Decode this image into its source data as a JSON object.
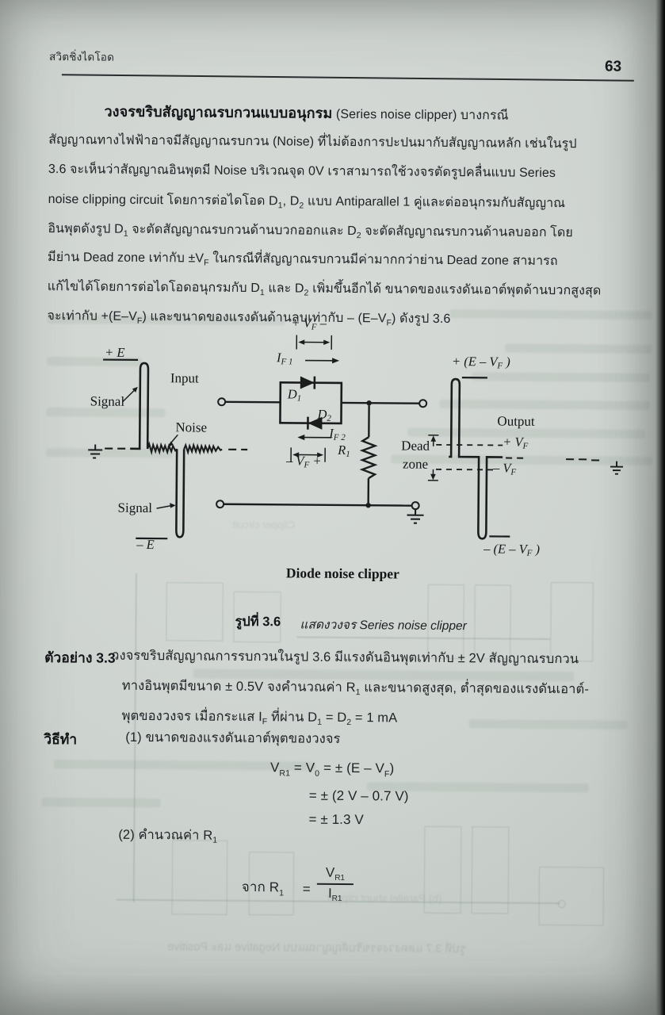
{
  "page": {
    "header_left": "สวิตชิ่งไดโอด",
    "page_number": "63"
  },
  "paragraph": {
    "l1": [
      {
        "b": "วงจรขริบสัญญาณรบกวนแบบอนุกรม"
      },
      {
        "t": " (Series noise clipper) บางกรณี"
      }
    ],
    "l2": [
      {
        "t": "สัญญาณทางไฟฟ้าอาจมีสัญญาณรบกวน (Noise) ที่ไม่ต้องการปะปนมากับสัญญาณหลัก เช่นในรูป"
      }
    ],
    "l3": [
      {
        "t": "3.6 จะเห็นว่าสัญญาณอินพุตมี Noise บริเวณจุด 0V เราสามารถใช้วงจรตัดรูปคลื่นแบบ Series"
      }
    ],
    "l4": [
      {
        "t": "noise clipping circuit โดยการต่อไดโอด D"
      },
      {
        "s": "1"
      },
      {
        "t": ", D"
      },
      {
        "s": "2"
      },
      {
        "t": " แบบ Antiparallel 1 คู่และต่ออนุกรมกับสัญญาณ"
      }
    ],
    "l5": [
      {
        "t": "อินพุตดังรูป D"
      },
      {
        "s": "1"
      },
      {
        "t": " จะตัดสัญญาณรบกวนด้านบวกออกและ D"
      },
      {
        "s": "2"
      },
      {
        "t": " จะตัดสัญญาณรบกวนด้านลบออก โดย"
      }
    ],
    "l6": [
      {
        "t": "มีย่าน Dead zone เท่ากับ ±V"
      },
      {
        "s": "F"
      },
      {
        "t": " ในกรณีที่สัญญาณรบกวนมีค่ามากกว่าย่าน Dead zone สามารถ"
      }
    ],
    "l7": [
      {
        "t": "แก้ไขได้โดยการต่อไดโอดอนุกรมกับ D"
      },
      {
        "s": "1"
      },
      {
        "t": " และ D"
      },
      {
        "s": "2"
      },
      {
        "t": " เพิ่มขึ้นอีกได้ ขนาดของแรงดันเอาต์พุตด้านบวกสูงสุด"
      }
    ],
    "l8": [
      {
        "t": "จะเท่ากับ +(E–V"
      },
      {
        "s": "F"
      },
      {
        "t": ")  และขนาดของแรงดันด้านลบเท่ากับ – (E–V"
      },
      {
        "s": "F"
      },
      {
        "t": ")  ดังรูป 3.6"
      }
    ]
  },
  "figure": {
    "labels": {
      "plus_e": [
        {
          "t": "+ E"
        }
      ],
      "input": "Input",
      "signal1": "Signal",
      "noise": "Noise",
      "signal2": "Signal",
      "minus_e": [
        {
          "t": "– E"
        }
      ],
      "vf_top": [
        {
          "t": "+ V"
        },
        {
          "s": "F"
        },
        {
          "t": " –"
        }
      ],
      "if1": [
        {
          "t": "I"
        },
        {
          "s": "F 1"
        }
      ],
      "d1": [
        {
          "t": "D"
        },
        {
          "s": "1"
        }
      ],
      "d2": [
        {
          "t": "D"
        },
        {
          "s": "2"
        }
      ],
      "if2": [
        {
          "t": "I"
        },
        {
          "s": "F 2"
        }
      ],
      "vf_bot": [
        {
          "t": "– V"
        },
        {
          "s": "F"
        },
        {
          "t": " +"
        }
      ],
      "r1": [
        {
          "t": "R"
        },
        {
          "s": "1"
        }
      ],
      "dead": "Dead",
      "zone": "zone",
      "output": "Output",
      "plus_vf": [
        {
          "t": "+ V"
        },
        {
          "s": "F"
        }
      ],
      "minus_vf": [
        {
          "t": "– V"
        },
        {
          "s": "F"
        }
      ],
      "plus_e_vf": [
        {
          "t": "+ (E – V"
        },
        {
          "s": "F"
        },
        {
          "t": " )"
        }
      ],
      "minus_e_vf": [
        {
          "t": "– (E – V"
        },
        {
          "s": "F"
        },
        {
          "t": " )"
        }
      ],
      "clipper": "Diode noise clipper"
    },
    "caption": {
      "fig": "รูปที่ 3.6",
      "desc": "แสดงวงจร Series noise clipper"
    }
  },
  "example": {
    "label": "ตัวอย่าง 3.3",
    "l1": [
      {
        "t": "วงจรขริบสัญญาณการรบกวนในรูป 3.6 มีแรงดันอินพุตเท่ากับ ± 2V สัญญาณรบกวน"
      }
    ],
    "l2": [
      {
        "t": "ทางอินพุตมีขนาด ± 0.5V จงคำนวณค่า R"
      },
      {
        "s": "1"
      },
      {
        "t": " และขนาดสูงสุด, ต่ำสุดของแรงดันเอาต์-"
      }
    ],
    "l3": [
      {
        "t": "พุตของวงจร เมื่อกระแส I"
      },
      {
        "s": "F"
      },
      {
        "t": " ที่ผ่าน D"
      },
      {
        "s": "1"
      },
      {
        "t": " = D"
      },
      {
        "s": "2"
      },
      {
        "t": " = 1 mA"
      }
    ]
  },
  "solution": {
    "label": "วิธีทำ",
    "step1": "(1) ขนาดของแรงดันเอาต์พุตของวงจร",
    "eq1": [
      {
        "t": "V"
      },
      {
        "s": "R1"
      },
      {
        "t": "   =   V"
      },
      {
        "s": "0"
      },
      {
        "t": "  =  ± (E – V"
      },
      {
        "s": "F"
      },
      {
        "t": ")"
      }
    ],
    "eq2": [
      {
        "t": "=   ± (2 V – 0.7 V)"
      }
    ],
    "eq3": [
      {
        "t": "=   ± 1.3 V"
      }
    ],
    "step2": [
      {
        "t": "(2)  คำนวณค่า  R"
      },
      {
        "s": "1"
      }
    ],
    "from_lbl": [
      {
        "t": "จาก  R"
      },
      {
        "s": "1"
      }
    ],
    "equals": "=",
    "frac_num": [
      {
        "t": "V"
      },
      {
        "s": "R1"
      }
    ],
    "frac_den": [
      {
        "t": "I"
      },
      {
        "s": "R1"
      }
    ]
  },
  "ghosts": {
    "caption_37": "รูปที่ 3.7 แสดงวงจรขริบสัญญาณแบบ Negative และ Positive",
    "sub_caption": "(b) Parallel shunt clipper",
    "clipper_circuit": "Clipper circuit"
  }
}
